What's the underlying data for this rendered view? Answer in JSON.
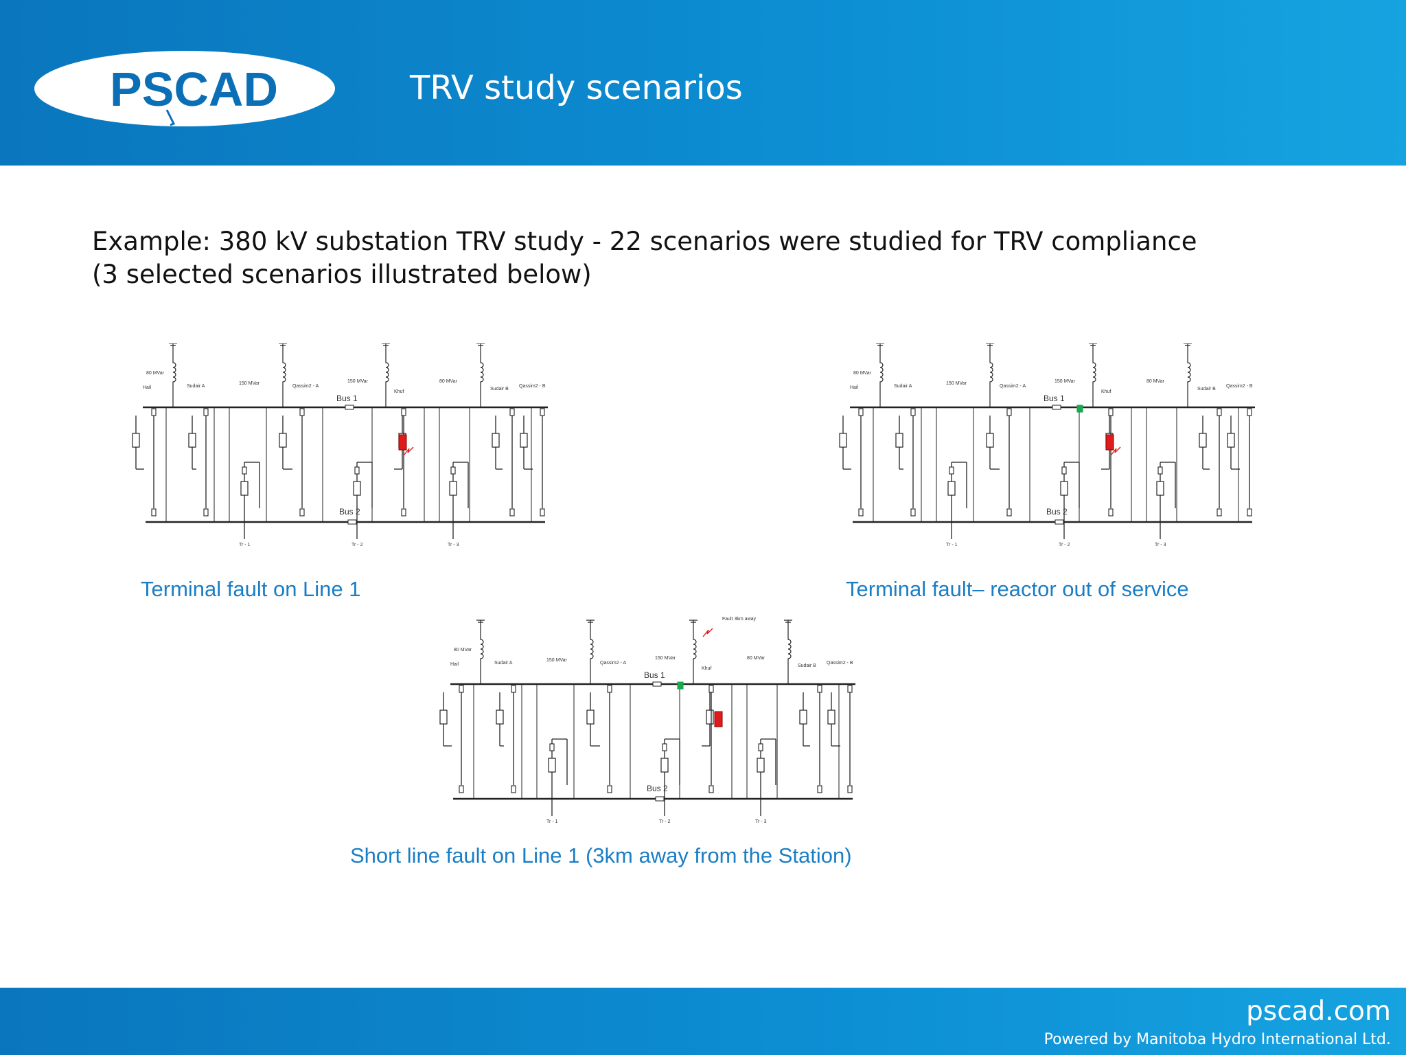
{
  "header": {
    "logo_text": "PSCAD",
    "title": "TRV study scenarios"
  },
  "intro": {
    "line1": "Example: 380 kV substation TRV study - 22 scenarios were studied for TRV compliance",
    "line2": "(3 selected scenarios illustrated below)"
  },
  "diagram_labels": {
    "bus1": "Bus 1",
    "bus2": "Bus 2",
    "hail": "Hail",
    "sudair_a": "Sudair A",
    "qassim2_a": "Qassim2 - A",
    "khuf": "Khuf",
    "sudair_b": "Sudair B",
    "qassim2_b": "Qassim2 - B",
    "r80": "80 MVar",
    "r150": "150 MVar",
    "r150k": "150 MVar",
    "r80b": "80 MVar",
    "tr1": "Tr - 1",
    "tr2": "Tr - 2",
    "tr3": "Tr - 3",
    "fault_far": "Fault 3km away"
  },
  "scenarios": [
    {
      "caption": "Terminal fault on Line 1",
      "breaker_open": false,
      "fault_far": false
    },
    {
      "caption": "Terminal fault– reactor out of service",
      "breaker_open": true,
      "fault_far": false
    },
    {
      "caption": "Short line fault on Line 1 (3km away from the  Station)",
      "breaker_open": true,
      "fault_far": true
    }
  ],
  "colors": {
    "header_blue": "#0a76bd",
    "caption_blue": "#1a7ec5",
    "fault_red": "#e01b1b",
    "open_green": "#22a84a"
  },
  "footer": {
    "site": "pscad.com",
    "powered": "Powered by Manitoba Hydro International Ltd."
  }
}
